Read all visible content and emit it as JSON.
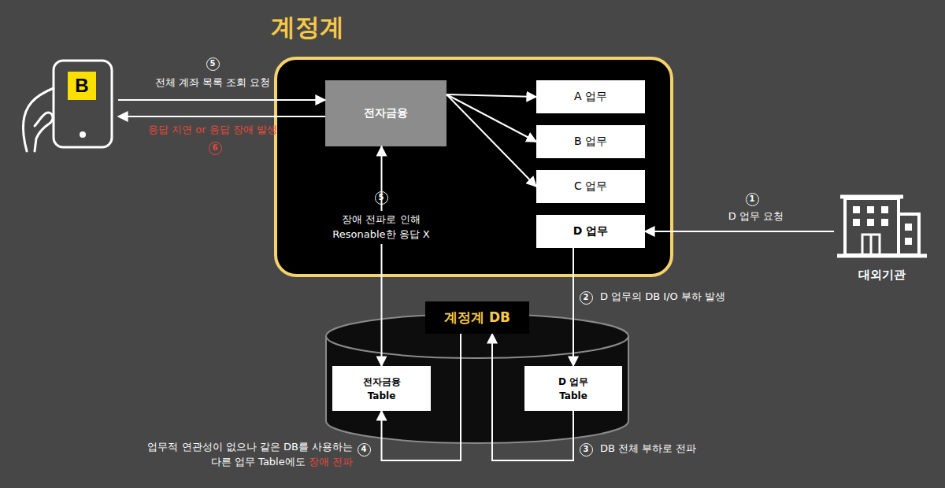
{
  "diagram": {
    "nodes": [
      {
        "text": [
          "계정계"
        ]
      },
      {
        "text": [
          "전자금융"
        ],
        "in": 0
      },
      {
        "text": [
          "A 업무"
        ],
        "in": 0
      },
      {
        "text": [
          "B 업무"
        ],
        "in": 0
      },
      {
        "text": [
          "C 업무"
        ],
        "in": 0
      },
      {
        "text": [
          "D 업무"
        ],
        "in": 0
      },
      {
        "text": [
          "B"
        ]
      },
      {
        "text": [
          "대외기관"
        ]
      },
      {
        "text": [
          "계정계 DB"
        ]
      },
      {
        "text": [
          "전자금융 Table"
        ],
        "in": 8
      },
      {
        "text": [
          "D 업무 Table"
        ],
        "in": 8
      }
    ],
    "edges": [
      {
        "from": 6,
        "to": 1,
        "label": "전체 계좌 목록 조회 요청",
        "arrow": "to"
      },
      {
        "from": 1,
        "to": 6,
        "label": "응답 지연 or 응답 장애 발생",
        "arrow": "to"
      },
      {
        "from": 1,
        "to": 2,
        "arrow": "to"
      },
      {
        "from": 1,
        "to": 3,
        "arrow": "to"
      },
      {
        "from": 1,
        "to": 4,
        "arrow": "to"
      },
      {
        "from": 7,
        "to": 5,
        "label": "D 업무 요청",
        "arrow": "to"
      },
      {
        "from": 5,
        "to": 10,
        "label": "D 업무의 DB I/O 부하 발생",
        "arrow": "to"
      },
      {
        "from": 1,
        "to": 9,
        "label": "장애 전파로 인해 Resonable한 응답 X",
        "arrow": "both"
      },
      {
        "from": 10,
        "to": 8,
        "label": "DB 전체 부하로 전파",
        "arrow": "to"
      },
      {
        "from": 8,
        "to": 9,
        "label": "업무적 연관성이 없으나 같은 DB를 사용하는 다른 업무 Table에도",
        "arrow": "to"
      }
    ],
    "labels": [
      "5",
      "6",
      "5",
      "1",
      "2",
      "3",
      "4",
      "장애 전파"
    ]
  }
}
